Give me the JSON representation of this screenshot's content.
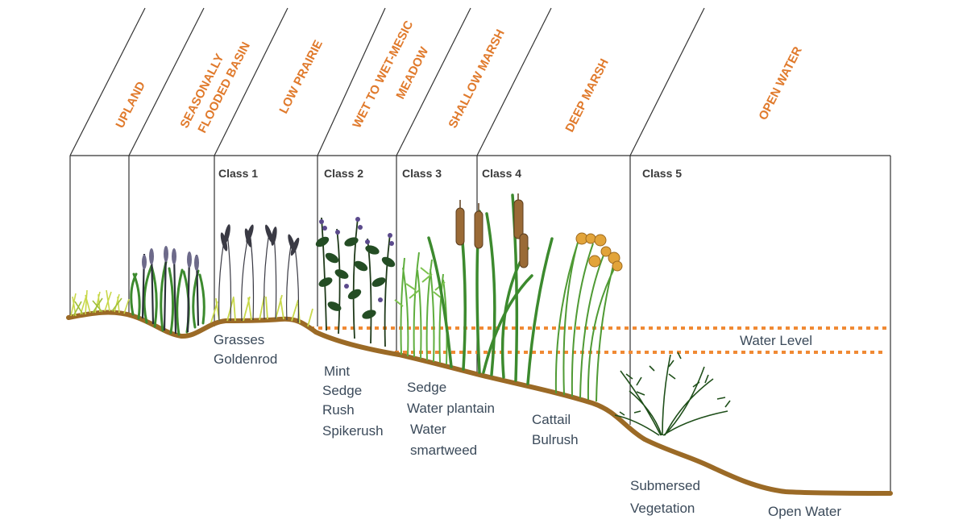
{
  "zones": [
    {
      "id": "upland",
      "lines": [
        "UPLAND"
      ]
    },
    {
      "id": "seasonally",
      "lines": [
        "SEASONALLY",
        "FLOODED BASIN"
      ]
    },
    {
      "id": "lowprairie",
      "lines": [
        "LOW PRAIRIE"
      ]
    },
    {
      "id": "wetmeadow",
      "lines": [
        "WET TO WET-MESIC",
        "MEADOW"
      ]
    },
    {
      "id": "shallow",
      "lines": [
        "SHALLOW MARSH"
      ]
    },
    {
      "id": "deep",
      "lines": [
        "DEEP MARSH"
      ]
    },
    {
      "id": "open",
      "lines": [
        "OPEN WATER"
      ]
    }
  ],
  "classes": [
    "Class 1",
    "Class 2",
    "Class 3",
    "Class 4",
    "Class 5"
  ],
  "plant_groups": [
    {
      "id": "class1",
      "lines": [
        "Grasses",
        "Goldenrod"
      ]
    },
    {
      "id": "class2",
      "lines": [
        "Mint",
        "Sedge",
        "Rush",
        "Spikerush"
      ]
    },
    {
      "id": "class3",
      "lines": [
        "Sedge",
        "Water plantain",
        "Water",
        "smartweed"
      ]
    },
    {
      "id": "class4",
      "lines": [
        "Cattail",
        "Bulrush"
      ]
    },
    {
      "id": "class5",
      "lines": [
        "Submersed",
        "Vegetation"
      ]
    }
  ],
  "water_level_label": "Water Level",
  "open_water_label": "Open Water",
  "colors": {
    "zone_text": "#e07a2c",
    "water_level_line": "#f08a34",
    "ground": "#9b6a26",
    "plant_green": "#3c8a2e",
    "plant_dark": "#1f4f1a",
    "grass_yellow": "#c8d84a",
    "cattail_brown": "#9a6a36",
    "flower_purple": "#5b4a8c",
    "flower_orange": "#e2a43a"
  }
}
